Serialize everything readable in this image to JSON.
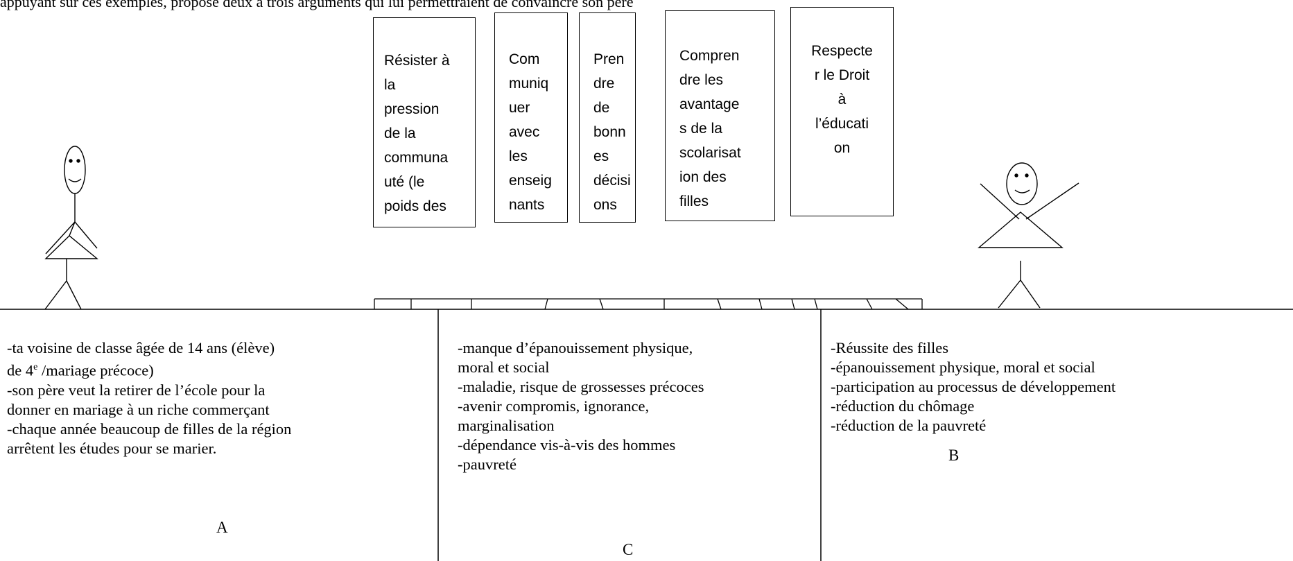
{
  "header_fragment": "appuyant sur ces exemples, propose deux à trois arguments qui lui permettraient de convaincre son père",
  "boxes": [
    {
      "lines": [
        "Résister à",
        "la",
        "pression",
        "de la",
        "communa",
        "uté (le",
        "poids  des"
      ]
    },
    {
      "lines": [
        "Com",
        "muniq",
        "uer",
        "avec",
        "les",
        "enseig",
        "nants"
      ]
    },
    {
      "lines": [
        "Pren",
        "dre",
        "de",
        "bonn",
        "es",
        "décisi",
        "ons"
      ]
    },
    {
      "lines": [
        "Compren",
        "dre les",
        "avantage",
        "s de la",
        "scolarisat",
        "ion des",
        "filles"
      ]
    },
    {
      "lines": [
        "Respecte",
        "r le Droit",
        "à",
        "l’éducati",
        "on"
      ]
    }
  ],
  "column_a": {
    "line1": "-ta voisine de classe  âgée de 14 ans (élève)",
    "line2_prefix": "de 4",
    "line2_sup": "e",
    "line2_suffix": " /mariage précoce)",
    "line3": "-son père veut la retirer de l’école pour la",
    "line4": "donner en mariage à un riche commerçant",
    "line5": "-chaque année beaucoup de filles de la région",
    "line6": "arrêtent les études pour se marier.",
    "letter": "A"
  },
  "column_c": {
    "lines": [
      "-manque d’épanouissement physique,",
      "moral et social",
      "-maladie, risque de grossesses précoces",
      "-avenir compromis, ignorance,",
      "marginalisation",
      "-dépendance vis-à-vis des hommes",
      "-pauvreté"
    ],
    "letter": "C"
  },
  "column_b": {
    "lines": [
      "-Réussite des filles",
      "-épanouissement physique, moral et social",
      "-participation au processus de développement",
      "-réduction du chômage",
      "-réduction de la pauvreté"
    ],
    "letter": "B"
  }
}
